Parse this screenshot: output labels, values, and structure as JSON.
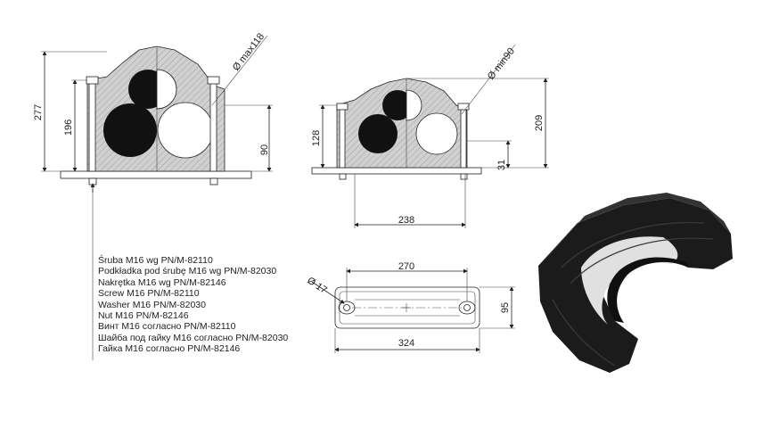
{
  "drawing": {
    "front_view_left": {
      "dims": {
        "height_total": "277",
        "height_body": "196",
        "height_center": "90",
        "diameter": "Ø max118"
      }
    },
    "front_view_right": {
      "dims": {
        "height_body": "128",
        "height_total": "209",
        "base_offset": "31",
        "width": "238",
        "diameter": "Ø min90"
      }
    },
    "bottom_view": {
      "dims": {
        "hole_spacing": "270",
        "hole_diameter": "Ø 17",
        "depth": "95",
        "length": "324"
      }
    },
    "notes": [
      "Śruba M16 wg PN/M-82110",
      "Podkładka pod śrubę M16 wg PN/M-82030",
      "Nakrętka M16 wg PN/M-82146",
      "Screw M16  PN/M-82110",
      "Washer M16 PN/M-82030",
      "Nut M16 PN/M-82146",
      "Винт M16 согласно PN/M-82110",
      "Шайба под гайку M16 согласно PN/M-82030",
      "Гайка M16 согласно PN/M-82146"
    ],
    "colors": {
      "line": "#222222",
      "body_fill": "#c9c9c9",
      "cable_fill": "#111111",
      "product_fill": "#1b1b1b"
    }
  }
}
